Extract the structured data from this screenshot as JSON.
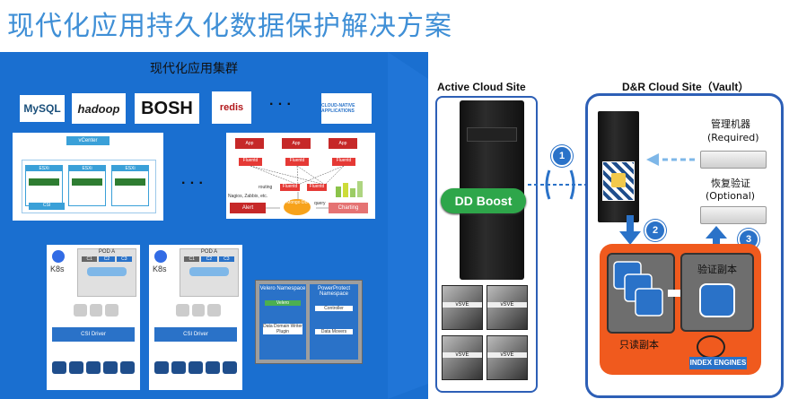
{
  "title": "现代化应用持久化数据保护解决方案",
  "cluster": {
    "title": "现代化应用集群",
    "logos": [
      "MySQL",
      "hadoop",
      "BOSH",
      "redis",
      "CLOUD-NATIVE APPLICATIONS"
    ],
    "ellipsis": "· · ·",
    "vcenter": {
      "header": "vCenter",
      "hosts": [
        "ESXi",
        "ESXi",
        "ESXi"
      ],
      "csi": "CSI"
    },
    "app_flow": {
      "apps": [
        "App",
        "App",
        "App"
      ],
      "fluentd": "Fluentd",
      "routing": "routing",
      "query": "query",
      "nagios": "Nagios, Zabbix, etc.",
      "alert": "Alert",
      "mongo": "Mongo DB",
      "charting": "Charting"
    },
    "k8s_panels": [
      {
        "k8s": "K8s",
        "pod": "POD A",
        "containers": [
          "C1",
          "C2",
          "C3"
        ],
        "csi": "CSI Driver"
      },
      {
        "k8s": "K8s",
        "pod": "POD A",
        "containers": [
          "C1",
          "C2",
          "C3"
        ],
        "csi": "CSI Driver"
      }
    ],
    "velero": {
      "left_title": "Velero Namespace",
      "right_title": "PowerProtect Namespace",
      "velero_label": "Velero",
      "controller": "Controller",
      "plugin": "Data Domain Writer Plugin",
      "movers": "Data Movers"
    }
  },
  "active_site": {
    "label": "Active Cloud Site",
    "ddboost": "DD Boost",
    "vm_label": "vSVE"
  },
  "vault_site": {
    "label": "D&R Cloud Site（Vault）",
    "mgmt": "管理机器",
    "mgmt_sub": "(Required)",
    "verify": "恢复验证",
    "verify_sub": "(Optional)",
    "readonly": "只读副本",
    "verify_copy": "验证副本",
    "index": "INDEX ENGINES"
  },
  "steps": [
    "1",
    "2",
    "3"
  ],
  "colors": {
    "title": "#3f8fd6",
    "cluster_bg": "#1a6fd0",
    "boost": "#2ea64a",
    "orange": "#f05a1e",
    "border": "#2d5fb6"
  }
}
